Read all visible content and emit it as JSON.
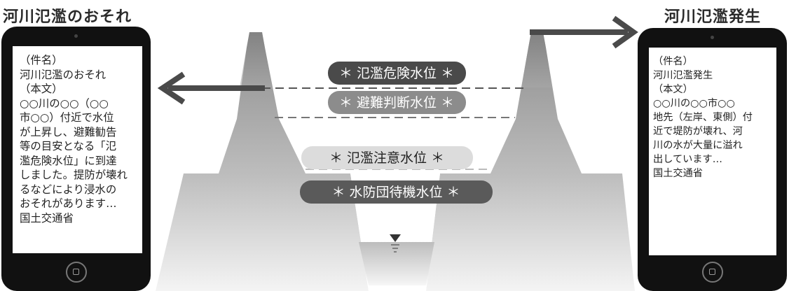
{
  "titles": {
    "left": "河川氾濫のおそれ",
    "right": "河川氾濫発生"
  },
  "left_phone": {
    "lines": [
      "（件名）",
      "河川氾濫のおそれ",
      "（本文）",
      "○○川の○○（○○",
      "市○○）付近で水位",
      "が上昇し、避難勧告",
      "等の目安となる「氾",
      "濫危険水位」に到達",
      "しました。提防が壊れ",
      "るなどにより浸水の",
      "おそれがあります…",
      "国土交通省"
    ]
  },
  "right_phone": {
    "lines": [
      "（件名）",
      "河川氾濫発生",
      "（本文）",
      "○○川の○○市○○",
      "地先（左岸、東側）付",
      "近で堤防が壊れ、河",
      "川の水が大量に溢れ",
      "出しています…",
      "国土交通省"
    ]
  },
  "water_levels": [
    {
      "label": "＊ 氾濫危険水位 ＊",
      "fill": "#4a4a4a",
      "text": "#ffffff"
    },
    {
      "label": "＊ 避難判断水位 ＊",
      "fill": "#8c8c8c",
      "text": "#ffffff"
    },
    {
      "label": "＊ 氾濫注意水位 ＊",
      "fill": "#dcdcdc",
      "text": "#222222"
    },
    {
      "label": "＊ 水防団待機水位 ＊",
      "fill": "#5a5a5a",
      "text": "#ffffff"
    }
  ],
  "icons": {
    "water_surface": "inverted-triangle-icon",
    "arrow_left": "arrow-left-icon",
    "arrow_right": "arrow-right-icon",
    "home_button": "home-button-icon"
  }
}
